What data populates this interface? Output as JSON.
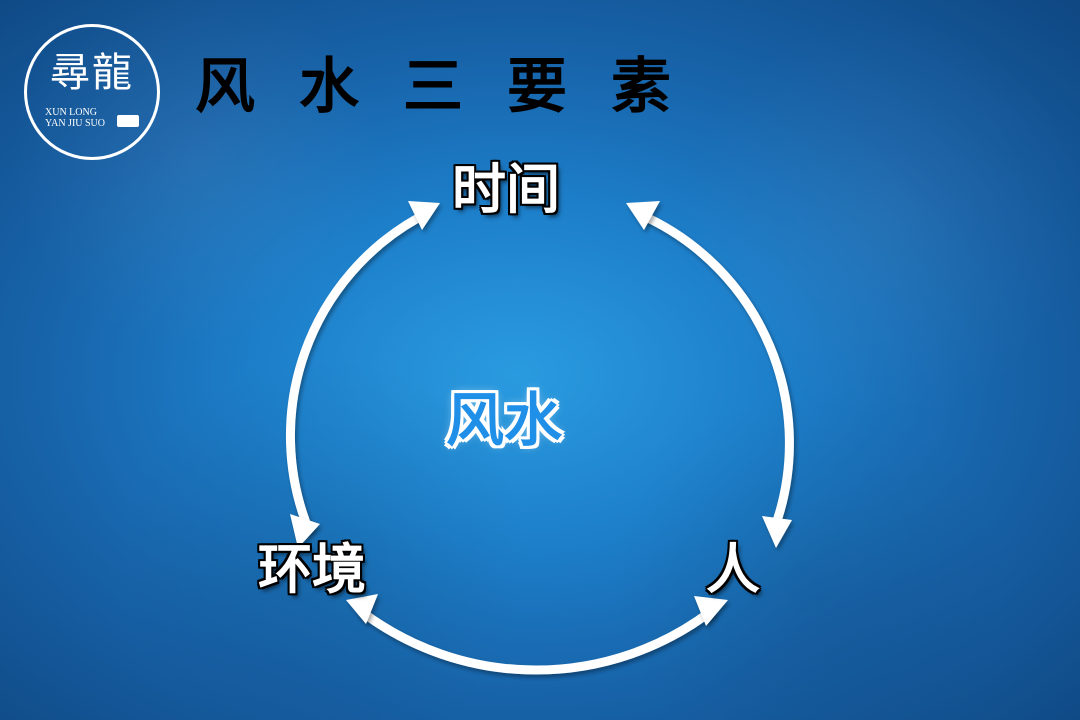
{
  "logo": {
    "mark": "尋龍",
    "line1": "XUN LONG",
    "line2": "YAN JIU SUO"
  },
  "title": "风水三要素",
  "diagram": {
    "center": "风水",
    "nodes": {
      "top": "时间",
      "left": "环境",
      "right": "人"
    },
    "connections": [
      {
        "from": "时间",
        "to": "环境",
        "direction": "both"
      },
      {
        "from": "时间",
        "to": "人",
        "direction": "both"
      },
      {
        "from": "环境",
        "to": "人",
        "direction": "both"
      }
    ]
  },
  "colors": {
    "background": "#1d7fca",
    "title": "#000000",
    "labels": "#ffffff",
    "center_text": "#1f8fe8",
    "arrows": "#ffffff"
  }
}
